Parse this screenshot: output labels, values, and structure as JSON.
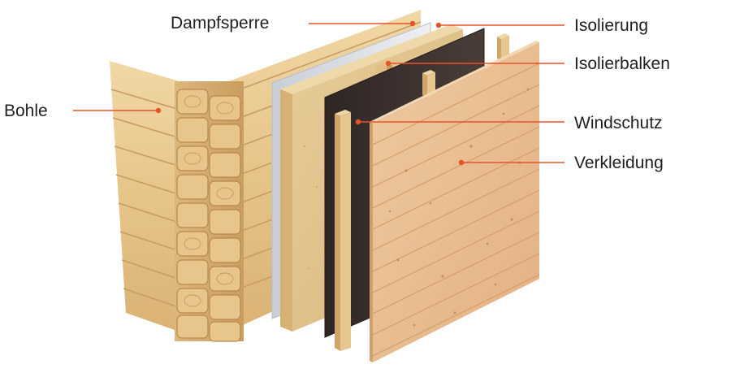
{
  "labels": {
    "dampfsperre": "Dampfsperre",
    "bohle": "Bohle",
    "isolierung": "Isolierung",
    "isolierbalken": "Isolierbalken",
    "windschutz": "Windschutz",
    "verkleidung": "Verkleidung"
  },
  "colors": {
    "leader_line": "#e8522a",
    "label_text": "#1f1f1f",
    "wood": "#e9c894",
    "insulation": "#e0c08a",
    "windbreak": "#3e322f",
    "vapor_barrier": "#d7dbe0",
    "cladding": "#e9bd92"
  }
}
